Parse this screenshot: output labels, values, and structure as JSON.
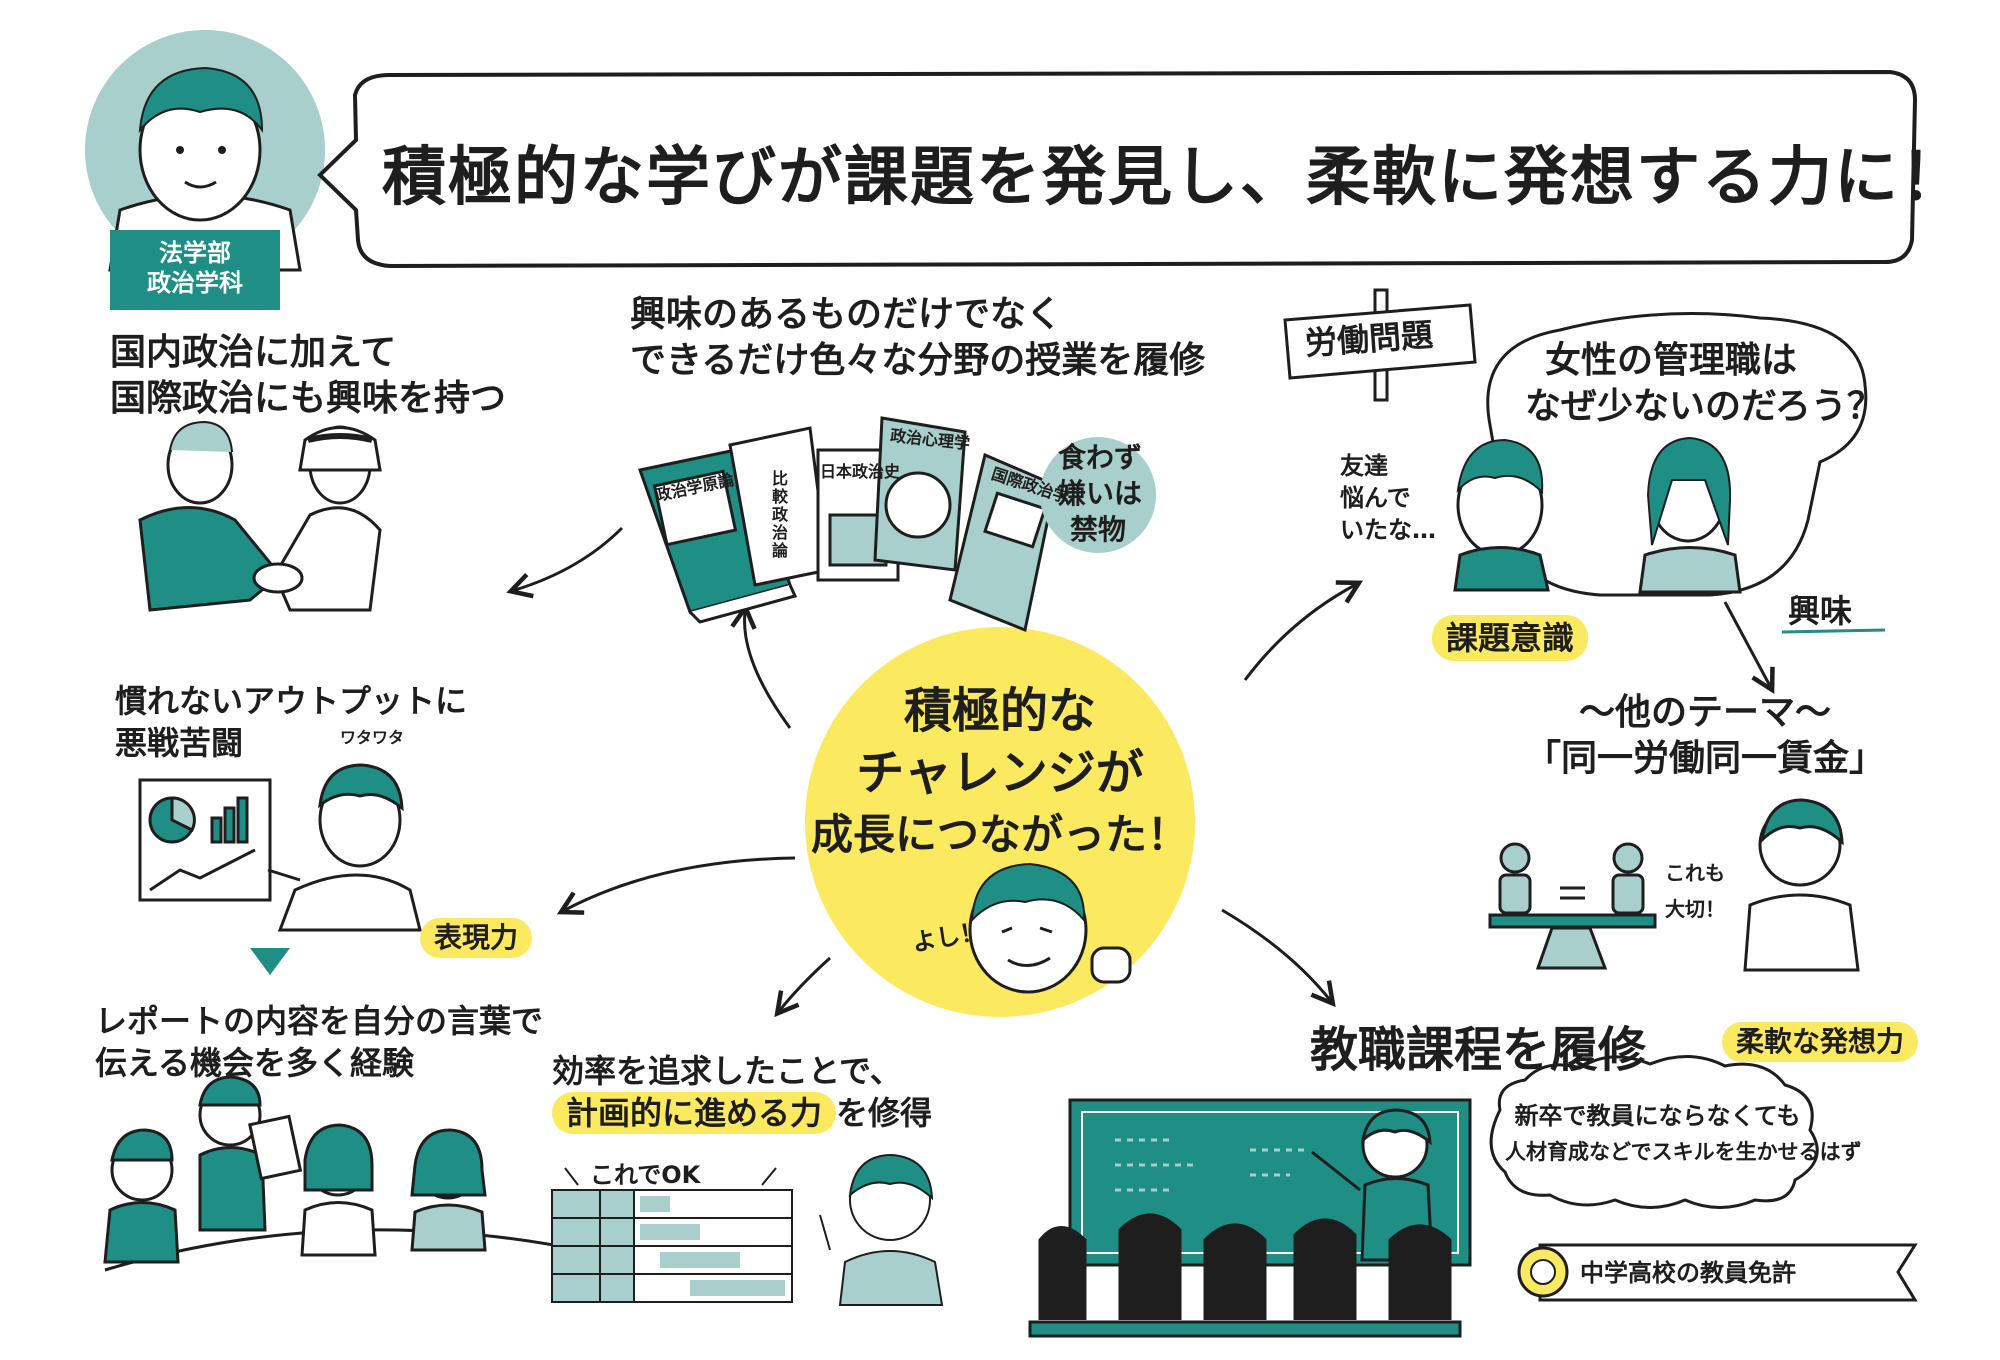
{
  "colors": {
    "teal": "#1f8f86",
    "pale_teal": "#a9cfcc",
    "yellow": "#fbe95f",
    "ink": "#1e1e1e"
  },
  "header": {
    "department_line1": "法学部",
    "department_line2": "政治学科",
    "title": "積極的な学びが課題を発見し、柔軟に発想する力に！"
  },
  "center": {
    "line1": "積極的な",
    "line2": "チャレンジが",
    "line3": "成長につながった！",
    "cheer": "よし！"
  },
  "politics": {
    "line1": "国内政治に加えて",
    "line2": "国際政治にも興味を持つ"
  },
  "books": {
    "line1": "興味のあるものだけでなく",
    "line2": "できるだけ色々な分野の授業を履修",
    "titles": [
      "政治学原論",
      "比較政治論",
      "日本政治史",
      "政治心理学",
      "国際政治学"
    ],
    "badge_line1": "食わず",
    "badge_line2": "嫌いは",
    "badge_line3": "禁物"
  },
  "labor": {
    "sign": "労働問題",
    "question_line1": "女性の管理職は",
    "question_line2": "なぜ少ないのだろう？",
    "friend_line1": "友達",
    "friend_line2": "悩んで",
    "friend_line3": "いたな…",
    "awareness": "課題意識",
    "interest": "興味"
  },
  "theme": {
    "line1": "〜他のテーマ〜",
    "line2": "「同一労働同一賃金」",
    "comment_line1": "これも",
    "comment_line2": "大切！"
  },
  "output": {
    "line1": "慣れないアウトプットに",
    "line2": "悪戦苦闘",
    "sfx": "ワタワタ",
    "skill": "表現力",
    "report_line1": "レポートの内容を自分の言葉で",
    "report_line2": "伝える機会を多く経験"
  },
  "efficiency": {
    "line1": "効率を追求したことで、",
    "line2_highlight": "計画的に進める力",
    "line2_rest": "を修得",
    "chart_caption": "これでOK"
  },
  "teaching": {
    "title": "教職課程を履修",
    "skill": "柔軟な発想力",
    "cloud_line1": "新卒で教員にならなくても",
    "cloud_line2": "人材育成などでスキルを生かせるはず",
    "license": "中学高校の教員免許"
  }
}
